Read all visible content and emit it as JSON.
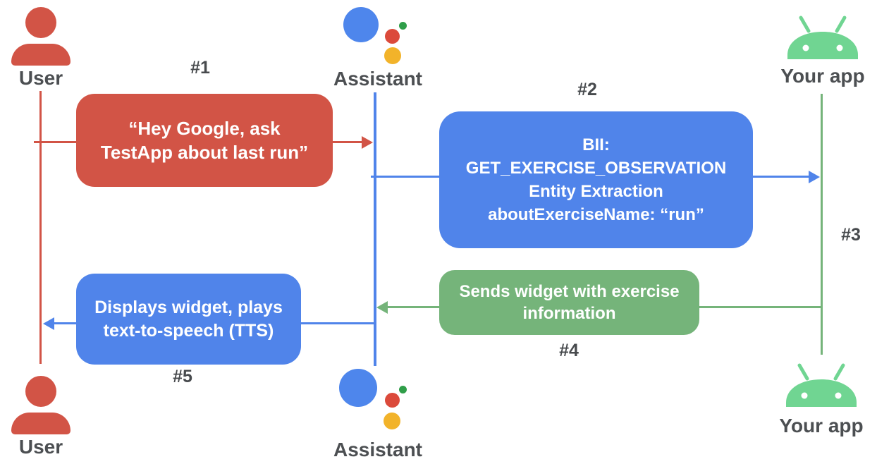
{
  "colors": {
    "red": "#d25446",
    "blue": "#5084ea",
    "green": "#75b47a",
    "droid": "#70d592",
    "a-blue": "#4e86ec",
    "a-red": "#db4a3b",
    "a-yellow": "#f2b32a",
    "a-green": "#2f9e49",
    "gray": "#4c4f52"
  },
  "actors": {
    "user": "User",
    "assistant": "Assistant",
    "app": "Your app"
  },
  "steps": [
    {
      "tag": "#1",
      "lines": [
        "“Hey Google, ask",
        "TestApp about last run”"
      ]
    },
    {
      "tag": "#2",
      "lines": [
        "BII:",
        "GET_EXERCISE_OBSERVATION",
        "Entity Extraction",
        "aboutExerciseName: “run”"
      ]
    },
    {
      "tag": "#3",
      "lines": []
    },
    {
      "tag": "#4",
      "lines": [
        "Sends widget with exercise",
        "information"
      ]
    },
    {
      "tag": "#5",
      "lines": [
        "Displays widget, plays",
        "text-to-speech (TTS)"
      ]
    }
  ]
}
